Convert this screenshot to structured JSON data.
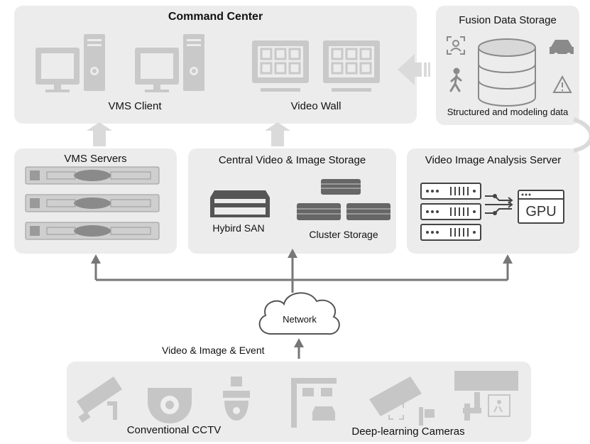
{
  "command_center": {
    "title": "Command Center",
    "vms_client_label": "VMS Client",
    "video_wall_label": "Video Wall"
  },
  "fusion_storage": {
    "title": "Fusion Data Storage",
    "caption": "Structured and modeling data"
  },
  "vms_servers": {
    "title": "VMS Servers"
  },
  "central_storage": {
    "title": "Central Video & Image Storage",
    "san_label": "Hybird SAN",
    "cluster_label": "Cluster Storage"
  },
  "analysis_server": {
    "title": "Video Image Analysis Server",
    "gpu_label": "GPU"
  },
  "network": {
    "label": "Network",
    "uplink_label": "Video & Image & Event"
  },
  "cameras": {
    "conventional_label": "Conventional CCTV",
    "deep_learning_label": "Deep-learning Cameras"
  },
  "colors": {
    "panel": "#ececec",
    "icon": "#c9c9c9",
    "icon_dark": "#8a8a8a",
    "line": "#777777"
  }
}
